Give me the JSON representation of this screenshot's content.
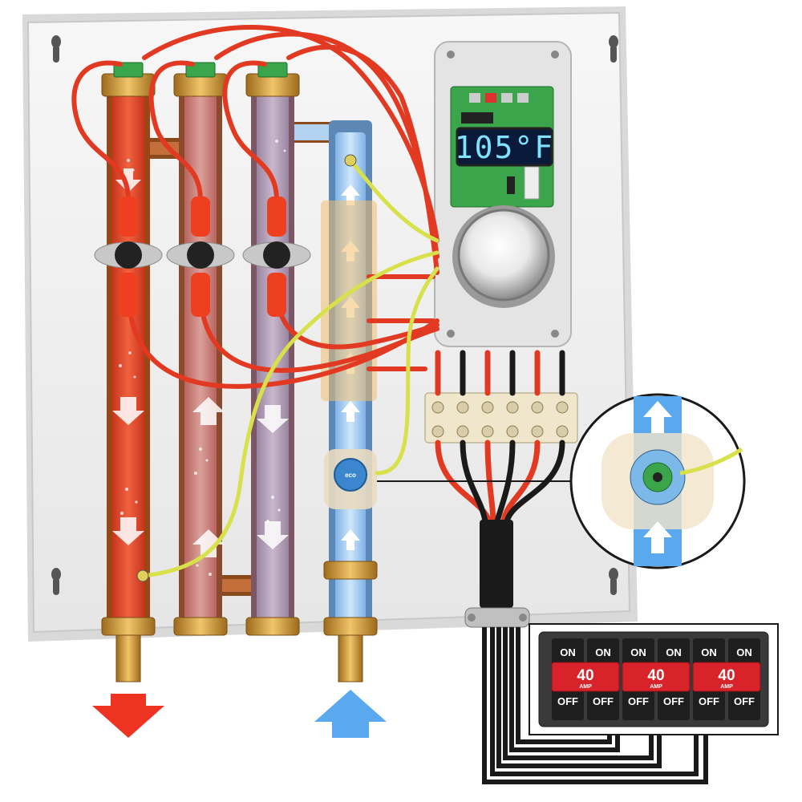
{
  "display": {
    "temperature": "105°F"
  },
  "sensor": {
    "logo_text": "eco"
  },
  "breakers": [
    {
      "top_label": "ON",
      "bottom_label": "OFF"
    },
    {
      "top_label": "ON",
      "bottom_label": "OFF"
    },
    {
      "top_label": "ON",
      "bottom_label": "OFF"
    },
    {
      "top_label": "ON",
      "bottom_label": "OFF"
    },
    {
      "top_label": "ON",
      "bottom_label": "OFF"
    },
    {
      "top_label": "ON",
      "bottom_label": "OFF"
    }
  ],
  "handles": [
    {
      "rating": "40",
      "unit": "AMP"
    },
    {
      "rating": "40",
      "unit": "AMP"
    },
    {
      "rating": "40",
      "unit": "AMP"
    }
  ],
  "colors": {
    "hot": "#e8442a",
    "warm": "#c97a72",
    "cool": "#a89ab0",
    "cold": "#9cc7ee",
    "wire_red": "#e23a22",
    "wire_black": "#1a1a1a",
    "wire_sensor": "#d8e04a",
    "panel": "#f4f4f4",
    "arrow_hot": "#ee3322",
    "arrow_cold": "#5aa8ee"
  }
}
